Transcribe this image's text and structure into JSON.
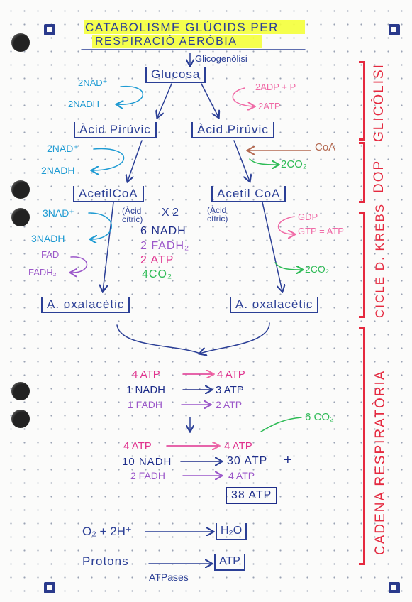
{
  "title": {
    "line1": "CATABOLISME GLÚCIDS PER",
    "line2": "RESPIRACIÓ AERÒBIA"
  },
  "glucogenolisi": "Glicogenòlisi",
  "glucosa": "Glucosa",
  "glyco": {
    "nad": "2NAD⁺",
    "nadh": "2NADH",
    "adp": "2ADP + P",
    "atp": "2ATP"
  },
  "piruvic_left": "Àcid Pirúvic",
  "piruvic_right": "Àcid Pirúvic",
  "dop": {
    "nad": "2NAD⁺",
    "nadh": "2NADH",
    "coa": "CoA",
    "co2": "2CO₂"
  },
  "acetil_left": "AcetilCoA",
  "acetil_right": "Acetil CoA",
  "krebs": {
    "nad": "3NAD⁺",
    "nadh": "3NADH",
    "fad": "FAD",
    "fadh": "FADH₂",
    "citric_left": "(Àcid cítric)",
    "citric_right": "(Àcid cítric)",
    "x2": "X 2",
    "nadh6": "6 NADH",
    "fadh2": "2 FADH₂",
    "atp2": "2 ATP",
    "co2_4": "4CO₂",
    "gdp": "GDP",
    "gtp": "GTP = ATP",
    "co2_2": "2CO₂"
  },
  "oxa_left": "A. oxalacètic",
  "oxa_right": "A. oxalacètic",
  "chain1": [
    {
      "from": "4 ATP",
      "to": "4 ATP"
    },
    {
      "from": "1 NADH",
      "to": "3 ATP"
    },
    {
      "from": "1 FADH",
      "to": "2 ATP"
    }
  ],
  "co2_6": "6 CO₂",
  "chain2": [
    {
      "from": "4 ATP",
      "to": "4 ATP"
    },
    {
      "from": "10 NADH",
      "to": "30 ATP"
    },
    {
      "from": "2 FADH",
      "to": "4 ATP"
    }
  ],
  "plus": "+",
  "total": "38 ATP",
  "oxygen": {
    "left": "O₂ + 2H⁺",
    "right": "H₂O"
  },
  "protons": {
    "left": "Protons",
    "right": "ATP",
    "below": "ATPases"
  },
  "side": {
    "glicolisi": "GLICÒLISI",
    "dop": "DOP",
    "krebs": "CICLE D. KREBS",
    "cadena": "CADENA RESPIRATÒRIA"
  },
  "colors": {
    "blue": "#2b3f96",
    "cyan": "#1e9bd3",
    "magenta": "#e0338f",
    "purple": "#9b57c9",
    "pink": "#f06aa6",
    "red": "#e5293f",
    "green": "#2dbb55",
    "brown": "#b46a52",
    "navy": "#1f2e8a"
  }
}
